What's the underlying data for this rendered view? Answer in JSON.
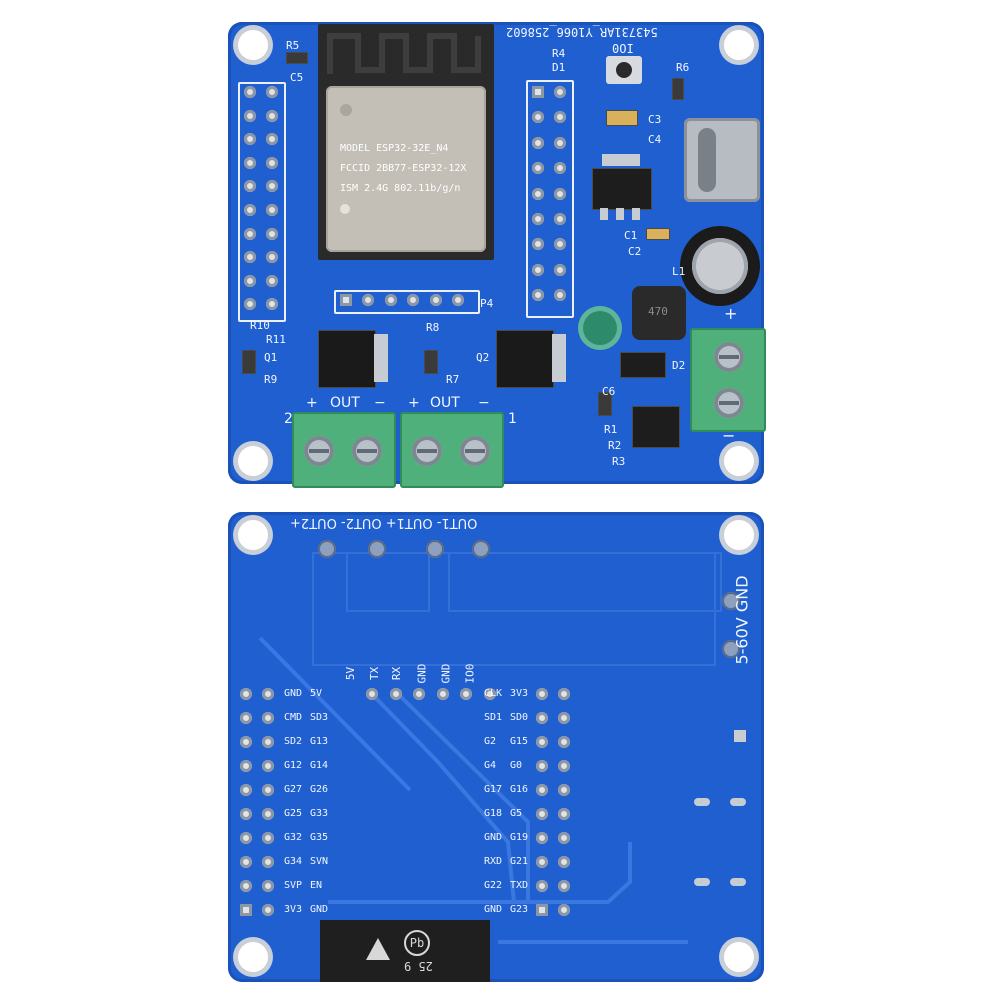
{
  "top_board": {
    "module": {
      "line1": "MODEL ESP32-32E_N4",
      "line2": "FCCID 2BB77-ESP32-12X",
      "line3": "ISM 2.4G 802.11b/g/n"
    },
    "pcb_code": "543731AR_Y1066_258602",
    "boot_button_label": "IO0",
    "labels": {
      "r5": "R5",
      "r4": "R4",
      "d1": "D1",
      "r6": "R6",
      "c5": "C5",
      "c3": "C3",
      "c4": "C4",
      "c1": "C1",
      "c2": "C2",
      "l1": "L1",
      "p4": "P4",
      "r10": "R10",
      "r11": "R11",
      "q1": "Q1",
      "r9": "R9",
      "r8": "R8",
      "r7": "R7",
      "q2": "Q2",
      "d2": "D2",
      "r1": "R1",
      "r2": "R2",
      "r3": "R3",
      "c6": "C6"
    },
    "output_left": {
      "number": "2",
      "plus": "+",
      "label": "OUT",
      "minus": "−"
    },
    "output_right": {
      "number": "1",
      "plus": "+",
      "label": "OUT",
      "minus": "−"
    },
    "power": {
      "plus": "+",
      "minus": "−"
    },
    "inductor_marking": "470"
  },
  "bottom_board": {
    "output_labels": "OUT1- OUT1+ OUT2- OUT2+",
    "power_label": "5-60V GND",
    "mid_labels": [
      "5V",
      "TX",
      "RX",
      "GND",
      "GND",
      "IO0"
    ],
    "left_pins": [
      [
        "GND",
        "5V"
      ],
      [
        "CMD",
        "SD3"
      ],
      [
        "SD2",
        "G13"
      ],
      [
        "G12",
        "G14"
      ],
      [
        "G27",
        "G26"
      ],
      [
        "G25",
        "G33"
      ],
      [
        "G32",
        "G35"
      ],
      [
        "G34",
        "SVN"
      ],
      [
        "SVP",
        "EN"
      ],
      [
        "3V3",
        "GND"
      ]
    ],
    "right_pins": [
      [
        "CLK",
        "3V3"
      ],
      [
        "SD1",
        "SD0"
      ],
      [
        "G2",
        "G15"
      ],
      [
        "G4",
        "G0"
      ],
      [
        "G17",
        "G16"
      ],
      [
        "G18",
        "G5"
      ],
      [
        "GND",
        "G19"
      ],
      [
        "RXD",
        "G21"
      ],
      [
        "G22",
        "TXD"
      ],
      [
        "GND",
        "G23"
      ]
    ],
    "sticker_code": "25 9",
    "pb_mark": "Pb"
  },
  "colors": {
    "board": "#1f5fd0",
    "silkscreen": "#f2f6ff",
    "terminal": "#4fb07b",
    "module_shield": "#c3bfb6"
  }
}
